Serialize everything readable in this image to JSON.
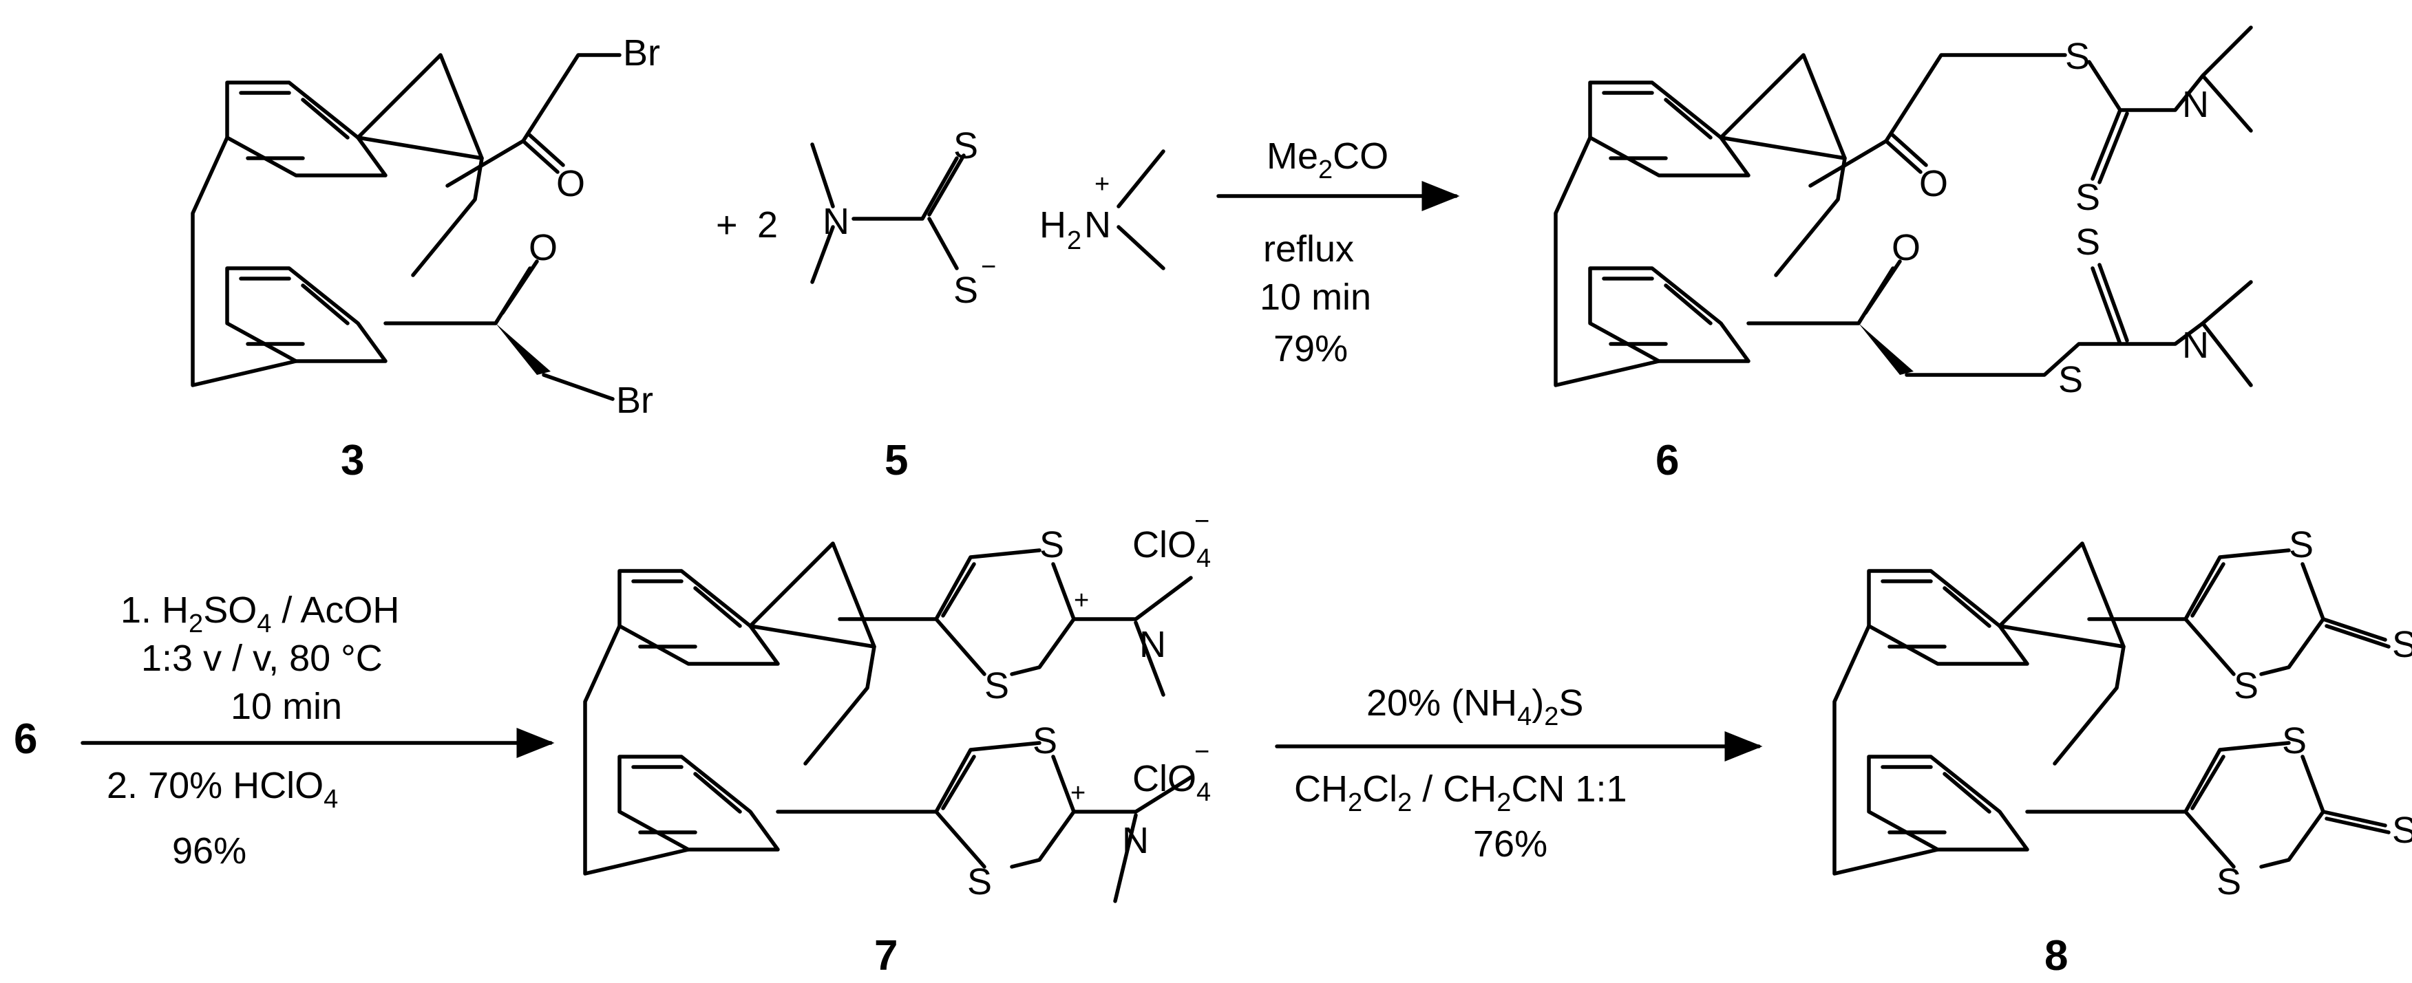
{
  "compounds": {
    "c3": "3",
    "c5": "5",
    "c6": "6",
    "c7": "7",
    "c8": "8",
    "start6": "6"
  },
  "atoms": {
    "br": "Br",
    "o": "O",
    "s": "S",
    "n": "N",
    "h": "H",
    "sub2": "2",
    "sub4": "4",
    "plus": "+",
    "minus": "−",
    "cl": "ClO",
    "plus_sign": "+",
    "coeff": "2"
  },
  "reaction1": {
    "solvent": "Me",
    "solvent_sub": "2",
    "solvent_tail": "CO",
    "cond1": "reflux",
    "cond2": "10 min",
    "yield": "79%"
  },
  "reaction2": {
    "step1_a": "1. H",
    "step1_b": "SO",
    "step1_c": " / AcOH",
    "step1_line2": "1:3 v / v, 80 °C",
    "step1_line3": "10 min",
    "step2": "2. 70% HClO",
    "yield": "96%"
  },
  "reaction3": {
    "reagent_a": "20% (NH",
    "reagent_b": ")",
    "reagent_c": "S",
    "solv_a": "CH",
    "solv_b": "Cl",
    "solv_c": " / CH",
    "solv_d": "CN 1:1",
    "yield": "76%"
  }
}
